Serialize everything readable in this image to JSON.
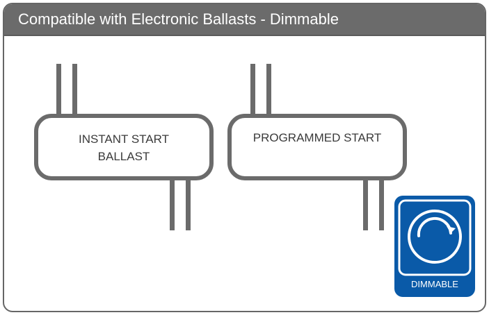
{
  "header": {
    "title": "Compatible with Electronic Ballasts - Dimmable"
  },
  "diagram": {
    "boxes": [
      {
        "id": "instant-start",
        "lines": [
          "INSTANT START",
          "BALLAST"
        ]
      },
      {
        "id": "programmed-start",
        "lines": [
          "PROGRAMMED START"
        ]
      }
    ]
  },
  "badge": {
    "label": "DIMMABLE",
    "icon": "dimmer-knob-icon",
    "color": "#0a5aa8"
  },
  "colors": {
    "header_bg": "#6b6b6b",
    "line": "#6b6b6b",
    "text": "#3a3a3a",
    "badge_bg": "#0a5aa8"
  }
}
